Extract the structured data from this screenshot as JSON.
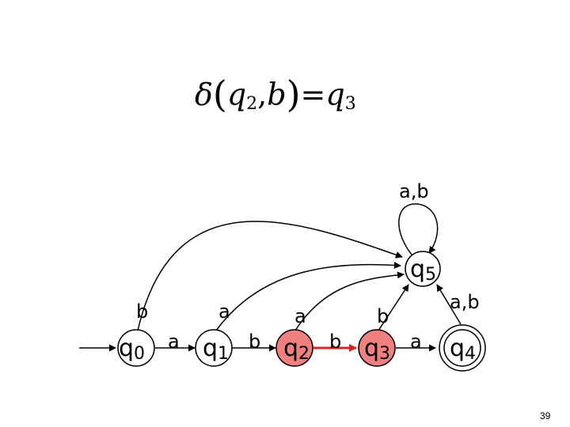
{
  "formula": {
    "delta": "δ",
    "open_paren": "(",
    "state_base": "q",
    "state_sub": "2",
    "comma": ",",
    "symbol": "b",
    "close_paren": ")",
    "equals": "=",
    "result_base": "q",
    "result_sub": "3"
  },
  "states": [
    {
      "id": "q0",
      "base": "q",
      "sub": "0",
      "fill": "#ffffff",
      "accepting": false
    },
    {
      "id": "q1",
      "base": "q",
      "sub": "1",
      "fill": "#ffffff",
      "accepting": false
    },
    {
      "id": "q2",
      "base": "q",
      "sub": "2",
      "fill": "#f08080",
      "accepting": false
    },
    {
      "id": "q3",
      "base": "q",
      "sub": "3",
      "fill": "#f08080",
      "accepting": false
    },
    {
      "id": "q4",
      "base": "q",
      "sub": "4",
      "fill": "#ffffff",
      "accepting": true
    },
    {
      "id": "q5",
      "base": "q",
      "sub": "5",
      "fill": "#ffffff",
      "accepting": false
    }
  ],
  "edges": {
    "q0_q1": "a",
    "q1_q2": "b",
    "q2_q3": "b",
    "q3_q4": "a",
    "q0_q5": "b",
    "q1_q5": "a",
    "q2_q5": "a",
    "q3_q5": "b",
    "q4_q5": "a,b",
    "q5_loop": "a,b"
  },
  "colors": {
    "highlight_edge": "#e02020",
    "highlight_state": "#f08080",
    "stroke": "#000000"
  },
  "page_number": "39"
}
